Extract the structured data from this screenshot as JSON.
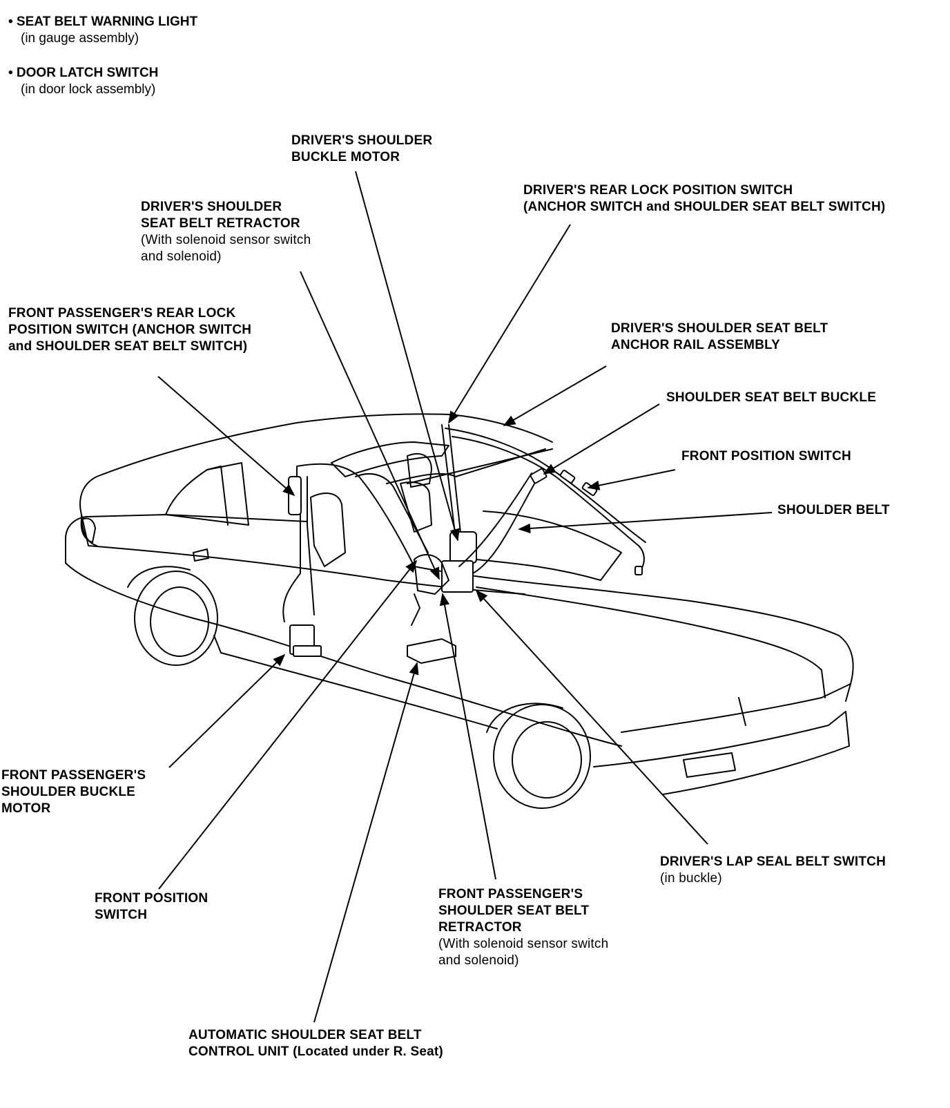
{
  "notes": [
    {
      "title": "• SEAT BELT WARNING LIGHT",
      "sub": "(in gauge assembly)"
    },
    {
      "title": "• DOOR LATCH SWITCH",
      "sub": "(in door lock assembly)"
    }
  ],
  "labels": {
    "driver_shoulder_buckle_motor": {
      "title": "DRIVER'S SHOULDER\nBUCKLE MOTOR",
      "sub": ""
    },
    "driver_rear_lock_position_switch": {
      "title": "DRIVER'S REAR LOCK POSITION SWITCH\n(ANCHOR SWITCH and SHOULDER SEAT BELT SWITCH)",
      "sub": ""
    },
    "driver_shoulder_retractor": {
      "title": "DRIVER'S SHOULDER\nSEAT BELT RETRACTOR",
      "sub": "(With solenoid sensor switch\nand solenoid)"
    },
    "front_passenger_rear_lock_switch": {
      "title": "FRONT PASSENGER'S REAR LOCK\nPOSITION SWITCH (ANCHOR SWITCH\nand SHOULDER SEAT BELT SWITCH)",
      "sub": ""
    },
    "driver_anchor_rail": {
      "title": "DRIVER'S SHOULDER SEAT BELT\nANCHOR RAIL ASSEMBLY",
      "sub": ""
    },
    "shoulder_seat_belt_buckle": {
      "title": "SHOULDER SEAT BELT BUCKLE",
      "sub": ""
    },
    "front_position_switch_right": {
      "title": "FRONT POSITION SWITCH",
      "sub": ""
    },
    "shoulder_belt": {
      "title": "SHOULDER BELT",
      "sub": ""
    },
    "front_passenger_buckle_motor": {
      "title": "FRONT PASSENGER'S\nSHOULDER BUCKLE\nMOTOR",
      "sub": ""
    },
    "driver_lap_switch": {
      "title": "DRIVER'S LAP SEAL BELT SWITCH",
      "sub": "(in buckle)"
    },
    "front_position_switch_left": {
      "title": "FRONT POSITION\nSWITCH",
      "sub": ""
    },
    "front_passenger_retractor": {
      "title": "FRONT PASSENGER'S\nSHOULDER SEAT BELT\nRETRACTOR",
      "sub": "(With solenoid sensor switch\nand solenoid)"
    },
    "control_unit": {
      "title": "AUTOMATIC SHOULDER SEAT BELT\nCONTROL UNIT (Located under R. Seat)",
      "sub": ""
    }
  }
}
